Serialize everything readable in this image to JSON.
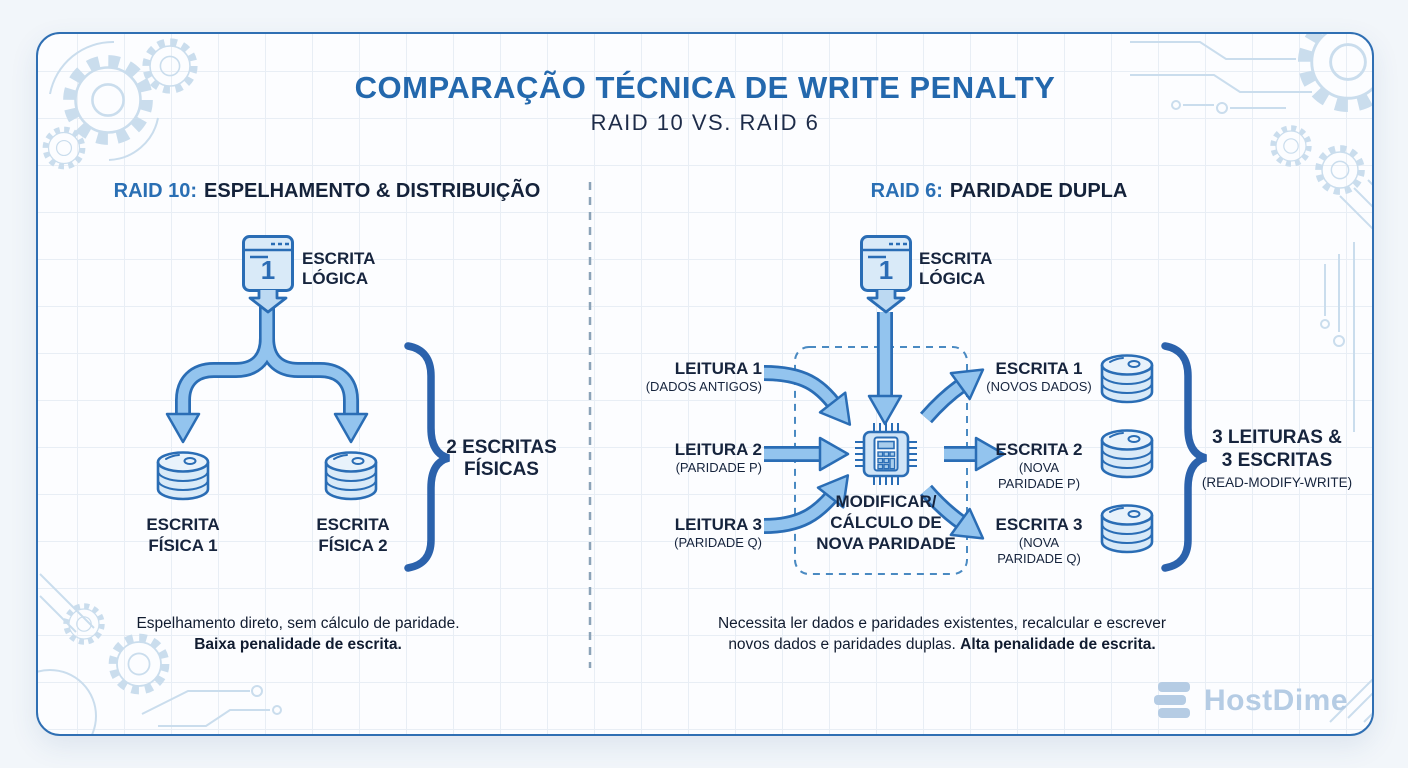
{
  "colors": {
    "title_blue": "#2368ad",
    "dark_navy": "#16243d",
    "arrow_fill": "#93c4ee",
    "arrow_stroke": "#2a6db5",
    "icon_fill": "#d9eaf8",
    "brace_blue": "#2b62ac",
    "watermark_blue": "#b5cce4"
  },
  "header": {
    "title": "COMPARAÇÃO TÉCNICA DE WRITE PENALTY",
    "subtitle": "RAID 10 VS. RAID 6"
  },
  "raid10": {
    "heading_prefix": "RAID 10:",
    "heading_rest": "ESPELHAMENTO & DISTRIBUIÇÃO",
    "logical_write_number": "1",
    "logical_write_label": "ESCRITA\nLÓGICA",
    "physical_write_1": "ESCRITA\nFÍSICA 1",
    "physical_write_2": "ESCRITA\nFÍSICA 2",
    "summary": "2 ESCRITAS\nFÍSICAS",
    "note": "Espelhamento direto, sem cálculo de paridade.",
    "note_bold": "Baixa penalidade de escrita."
  },
  "raid6": {
    "heading_prefix": "RAID 6:",
    "heading_rest": "PARIDADE DUPLA",
    "logical_write_number": "1",
    "logical_write_label": "ESCRITA\nLÓGICA",
    "reads": [
      {
        "label": "LEITURA 1",
        "sublabel": "(DADOS ANTIGOS)"
      },
      {
        "label": "LEITURA 2",
        "sublabel": "(PARIDADE P)"
      },
      {
        "label": "LEITURA 3",
        "sublabel": "(PARIDADE Q)"
      }
    ],
    "process_label": "MODIFICAR/\nCÁLCULO DE\nNOVA PARIDADE",
    "writes": [
      {
        "label": "ESCRITA 1",
        "sublabel": "(NOVOS DADOS)"
      },
      {
        "label": "ESCRITA 2",
        "sublabel": "(NOVA\nPARIDADE P)"
      },
      {
        "label": "ESCRITA 3",
        "sublabel": "(NOVA\nPARIDADE Q)"
      }
    ],
    "summary_main": "3 LEITURAS &\n3 ESCRITAS",
    "summary_sub": "(READ-MODIFY-WRITE)",
    "note": "Necessita ler dados e paridades existentes, recalcular e escrever novos dados e paridades duplas.",
    "note_bold": "Alta penalidade de escrita."
  },
  "footer": {
    "brand": "HostDime"
  }
}
